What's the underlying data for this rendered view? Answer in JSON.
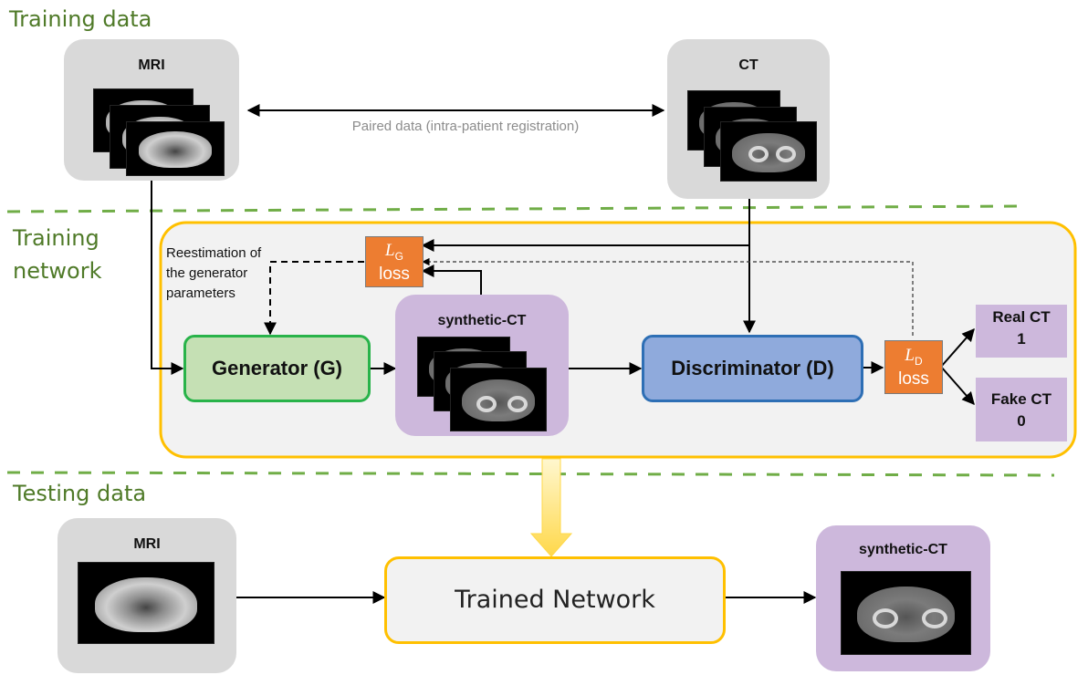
{
  "sections": {
    "training_data": "Training data",
    "training_network_line1": "Training",
    "training_network_line2": "network",
    "testing_data": "Testing data"
  },
  "panels": {
    "mri_train": "MRI",
    "ct_train": "CT",
    "synthetic_train": "synthetic-CT",
    "mri_test": "MRI",
    "synthetic_test": "synthetic-CT"
  },
  "paired_label": "Paired data (intra-patient registration)",
  "generator_label": "Generator (G)",
  "discriminator_label": "Discriminator (D)",
  "trained_network_label": "Trained Network",
  "loss_g": {
    "symbol": "L",
    "sub": "G",
    "text": "loss"
  },
  "loss_d": {
    "symbol": "L",
    "sub": "D",
    "text": "loss"
  },
  "reestimation_lines": [
    "Reestimation of",
    "the generator",
    "parameters"
  ],
  "outputs": {
    "real_line1": "Real CT",
    "real_line2": "1",
    "fake_line1": "Fake CT",
    "fake_line2": "0"
  },
  "colors": {
    "section_text": "#4f7a28",
    "dashed_divider": "#70ad47",
    "network_border": "#ffc000",
    "generator_fill": "#c5e0b4",
    "discriminator_fill": "#8faadc",
    "loss_fill": "#ed7d31",
    "synthetic_panel": "#cdb8dc",
    "gray_panel": "#d9d9d9"
  }
}
